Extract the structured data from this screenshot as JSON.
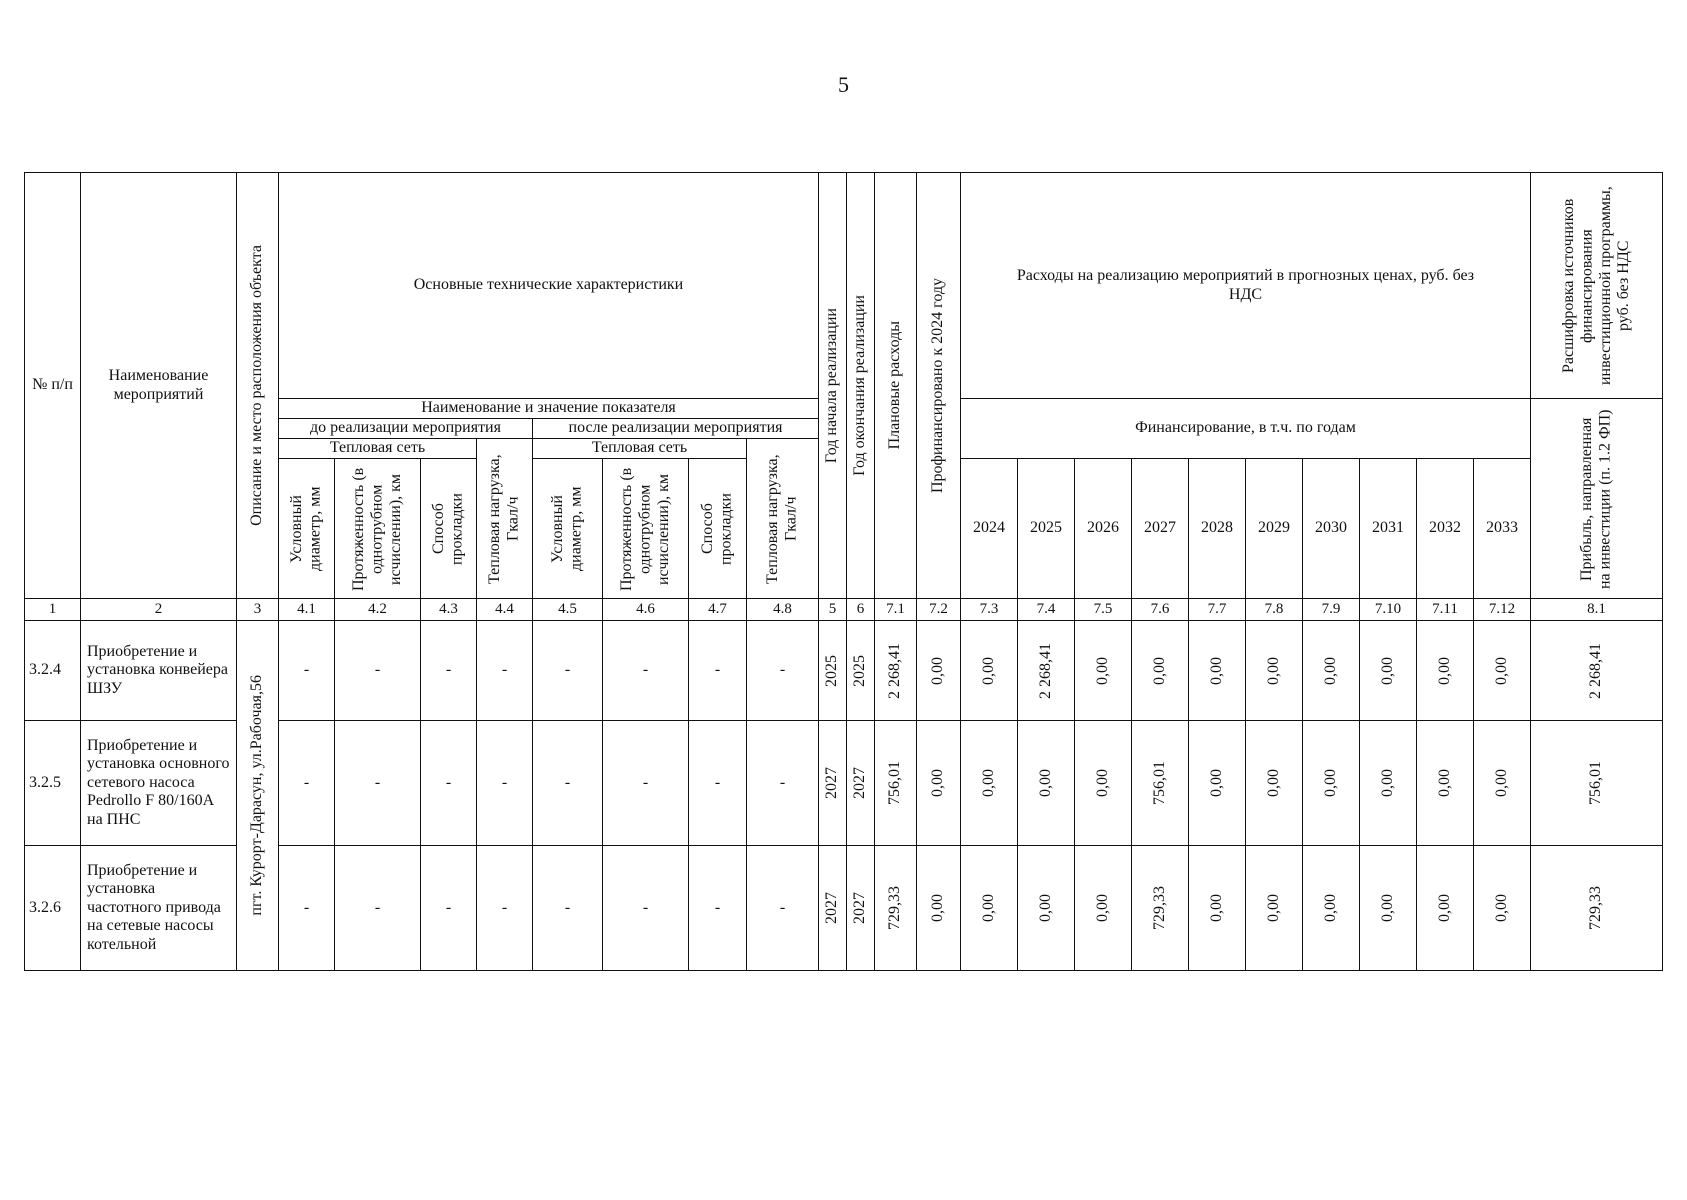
{
  "page_number": "5",
  "header": {
    "col_num": "№ п/п",
    "col_name": "Наименование мероприятий",
    "col_desc": "Описание и место расположения объекта",
    "tech_title": "Основные технические характеристики",
    "indicator": "Наименование и значение показателя",
    "before": "до реализации мероприятия",
    "after": "после реализации мероприятия",
    "heat_net": "Тепловая сеть",
    "diam": "Условный диаметр, мм",
    "length": "Протяженность (в однотрубном исчислении), км",
    "method": "Способ прокладки",
    "load": "Тепловая нагрузка, Гкал/ч",
    "year_start": "Год начала реализации",
    "year_end": "Год окончания реализации",
    "planned": "Плановые расходы",
    "prefinanced": "Профинансировано к 2024 году",
    "costs": "Расходы на реализацию мероприятий в прогнозных ценах, руб. без НДС",
    "financing": "Финансирование, в т.ч. по годам",
    "years": [
      "2024",
      "2025",
      "2026",
      "2027",
      "2028",
      "2029",
      "2030",
      "2031",
      "2032",
      "2033"
    ],
    "sources": "Расшифровка источников финансирования инвестиционной программы, руб. без НДС",
    "profit": "Прибыль, направленная на инвестиции (п. 1.2 ФП)"
  },
  "index_row": [
    "1",
    "2",
    "3",
    "4.1",
    "4.2",
    "4.3",
    "4.4",
    "4.5",
    "4.6",
    "4.7",
    "4.8",
    "5",
    "6",
    "7.1",
    "7.2",
    "7.3",
    "7.4",
    "7.5",
    "7.6",
    "7.7",
    "7.8",
    "7.9",
    "7.10",
    "7.11",
    "7.12",
    "8.1"
  ],
  "location": "пгт. Курорт-Дарасун, ул.Рабочая,56",
  "rows": [
    {
      "num": "3.2.4",
      "name": "Приобретение и установка конвейера ШЗУ",
      "tech": [
        "-",
        "-",
        "-",
        "-",
        "-",
        "-",
        "-",
        "-"
      ],
      "year_start": "2025",
      "year_end": "2025",
      "planned": "2 268,41",
      "prefinanced": "0,00",
      "years": [
        "0,00",
        "2 268,41",
        "0,00",
        "0,00",
        "0,00",
        "0,00",
        "0,00",
        "0,00",
        "0,00",
        "0,00"
      ],
      "profit": "2 268,41"
    },
    {
      "num": "3.2.5",
      "name": "Приобретение и установка основного сетевого насоса Pedrollo F 80/160A на ПНС",
      "tech": [
        "-",
        "-",
        "-",
        "-",
        "-",
        "-",
        "-",
        "-"
      ],
      "year_start": "2027",
      "year_end": "2027",
      "planned": "756,01",
      "prefinanced": "0,00",
      "years": [
        "0,00",
        "0,00",
        "0,00",
        "756,01",
        "0,00",
        "0,00",
        "0,00",
        "0,00",
        "0,00",
        "0,00"
      ],
      "profit": "756,01"
    },
    {
      "num": "3.2.6",
      "name": "Приобретение и установка частотного привода на сетевые насосы котельной",
      "tech": [
        "-",
        "-",
        "-",
        "-",
        "-",
        "-",
        "-",
        "-"
      ],
      "year_start": "2027",
      "year_end": "2027",
      "planned": "729,33",
      "prefinanced": "0,00",
      "years": [
        "0,00",
        "0,00",
        "0,00",
        "729,33",
        "0,00",
        "0,00",
        "0,00",
        "0,00",
        "0,00",
        "0,00"
      ],
      "profit": "729,33"
    }
  ]
}
